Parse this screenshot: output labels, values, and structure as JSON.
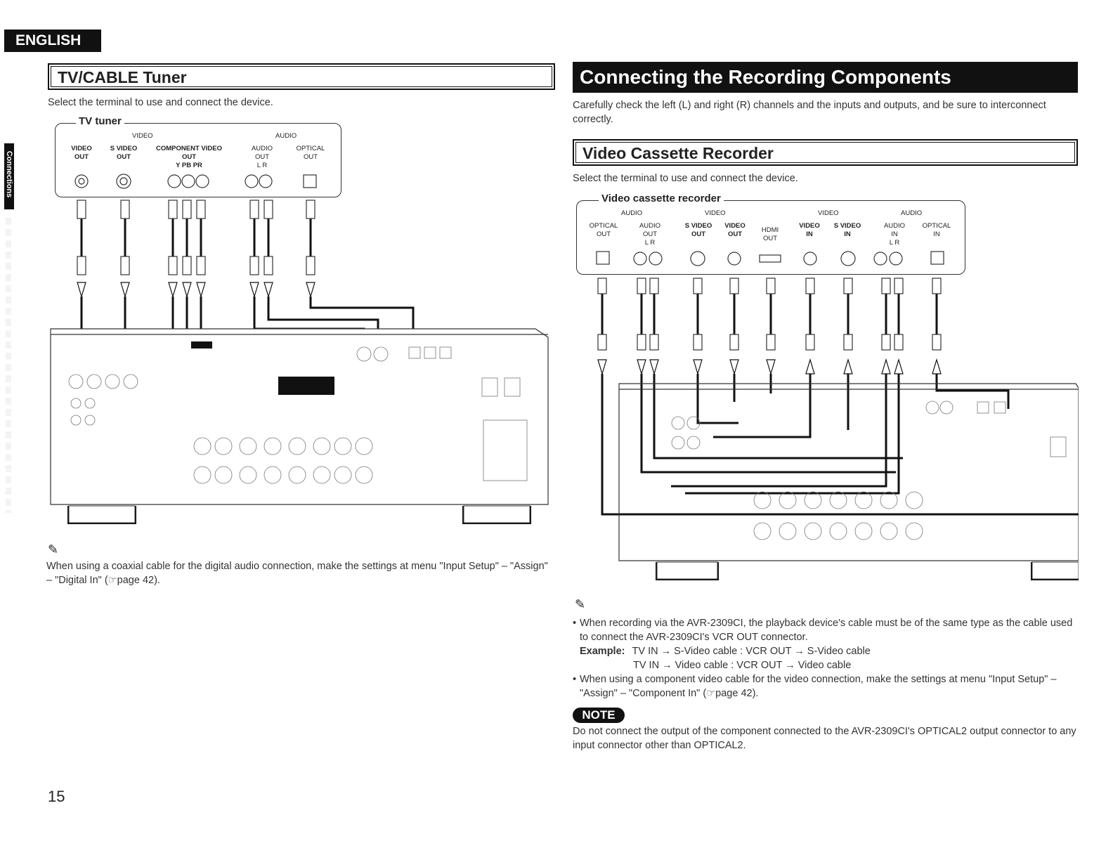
{
  "header": {
    "language": "ENGLISH",
    "side_tab": "Connections"
  },
  "left": {
    "title": "TV/CABLE Tuner",
    "instruction": "Select the terminal to use and connect the device.",
    "device": {
      "name": "TV tuner",
      "group_video": "VIDEO",
      "group_audio": "AUDIO",
      "terminals": [
        {
          "line1": "VIDEO",
          "line2": "OUT"
        },
        {
          "line1": "S VIDEO",
          "line2": "OUT"
        },
        {
          "line1": "COMPONENT VIDEO",
          "line2": "OUT",
          "line3": "Y PB PR"
        },
        {
          "line1": "AUDIO",
          "line2": "OUT",
          "line3": "L R"
        },
        {
          "line1": "OPTICAL",
          "line2": "OUT"
        }
      ]
    },
    "note": "When using a coaxial cable for the digital audio connection, make the settings at menu \"Input Setup\" – \"Assign\" – \"Digital In\" (☞page 42)."
  },
  "right": {
    "title": "Connecting the Recording Components",
    "intro": "Carefully check the left (L) and right (R) channels and the inputs and outputs, and be sure to interconnect correctly.",
    "subtitle": "Video Cassette Recorder",
    "instruction": "Select the terminal to use and connect the device.",
    "device": {
      "name": "Video cassette recorder",
      "groups": [
        "AUDIO",
        "VIDEO",
        "VIDEO",
        "AUDIO"
      ],
      "terminals": [
        {
          "line1": "OPTICAL",
          "line2": "OUT"
        },
        {
          "line1": "AUDIO",
          "line2": "OUT",
          "line3": "L R"
        },
        {
          "line1": "S VIDEO",
          "line2": "OUT"
        },
        {
          "line1": "VIDEO",
          "line2": "OUT"
        },
        {
          "line1": "HDMI",
          "line2": "OUT"
        },
        {
          "line1": "VIDEO",
          "line2": "IN"
        },
        {
          "line1": "S VIDEO",
          "line2": "IN"
        },
        {
          "line1": "AUDIO",
          "line2": "IN",
          "line3": "L R"
        },
        {
          "line1": "OPTICAL",
          "line2": "IN"
        }
      ]
    },
    "notes": [
      "When recording via the AVR-2309CI, the playback device's cable must be of the same type as the cable used to connect the AVR-2309CI's VCR OUT connector.",
      "When using a component video cable for the video connection, make the settings at menu \"Input Setup\" – \"Assign\" – \"Component In\" (☞page 42)."
    ],
    "example_label": "Example:",
    "example_lines": [
      "TV IN → S-Video cable : VCR OUT → S-Video cable",
      "TV IN → Video cable : VCR OUT → Video cable"
    ],
    "note_badge": "NOTE",
    "caution": "Do not connect the output of the component connected to the AVR-2309CI's OPTICAL2 output connector to any input connector other than OPTICAL2."
  },
  "footer": {
    "page_number": "15"
  }
}
